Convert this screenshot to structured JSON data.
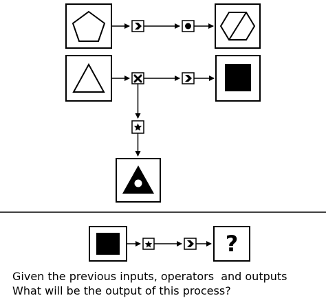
{
  "puzzle": {
    "examples": [
      {
        "input_shape": "pentagon",
        "operators": [
          "chevron-right",
          "circle"
        ],
        "output_shape": "hexagon-with-diagonal"
      },
      {
        "input_shape": "triangle",
        "operators": [
          "cross",
          "chevron-right"
        ],
        "output_shape": "filled-square"
      },
      {
        "input_shape": "triangle",
        "operators": [
          "cross",
          "star"
        ],
        "output_shape": "filled-triangle-with-white-dot"
      }
    ],
    "query": {
      "input_shape": "filled-square",
      "operators": [
        "star",
        "chevron-right"
      ],
      "output_symbol": "?"
    }
  },
  "question": {
    "line1": "Given the previous inputs, operators  and outputs",
    "line2": "What will be the output of this process?"
  },
  "colors": {
    "ink": "#000000",
    "background": "#ffffff"
  }
}
